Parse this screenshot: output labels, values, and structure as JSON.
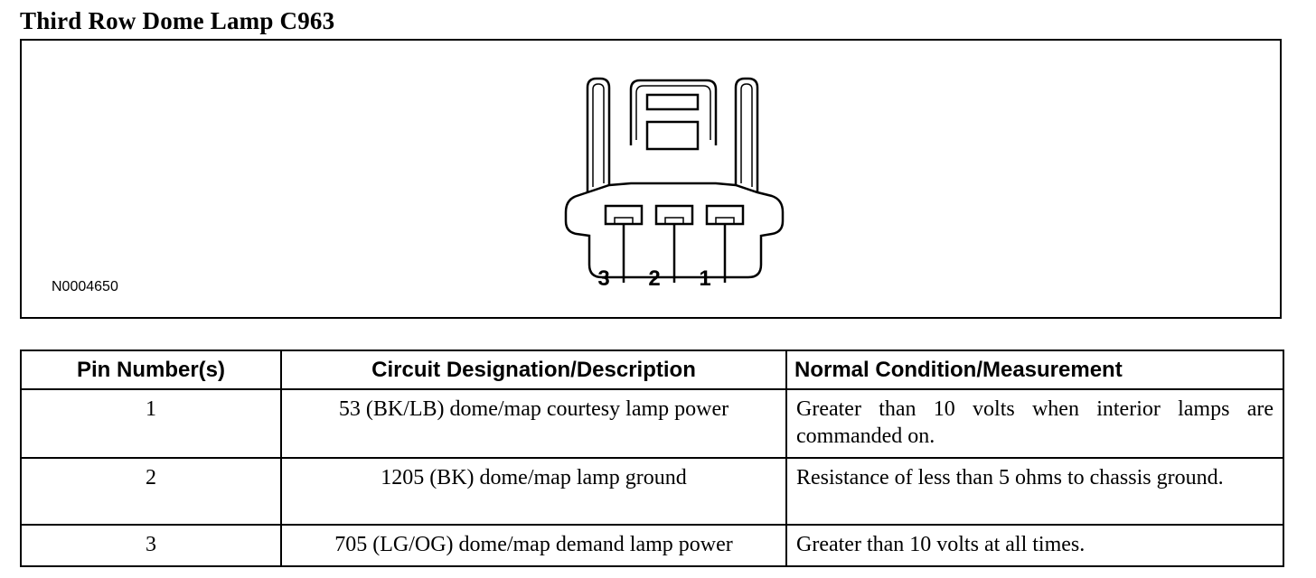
{
  "title": "Third Row Dome Lamp C963",
  "figure": {
    "id": "N0004650",
    "pin_labels": [
      "3",
      "2",
      "1"
    ]
  },
  "table": {
    "headers": [
      "Pin Number(s)",
      "Circuit Designation/Description",
      "Normal Condition/Measurement"
    ],
    "rows": [
      {
        "pin": "1",
        "circuit": "53 (BK/LB) dome/map courtesy lamp power",
        "condition": "Greater than 10 volts when interior lamps are commanded on."
      },
      {
        "pin": "2",
        "circuit": "1205 (BK) dome/map lamp ground",
        "condition": "Resistance of less than 5 ohms to chassis ground."
      },
      {
        "pin": "3",
        "circuit": "705 (LG/OG) dome/map demand lamp power",
        "condition": "Greater than 10 volts at all times."
      }
    ]
  }
}
